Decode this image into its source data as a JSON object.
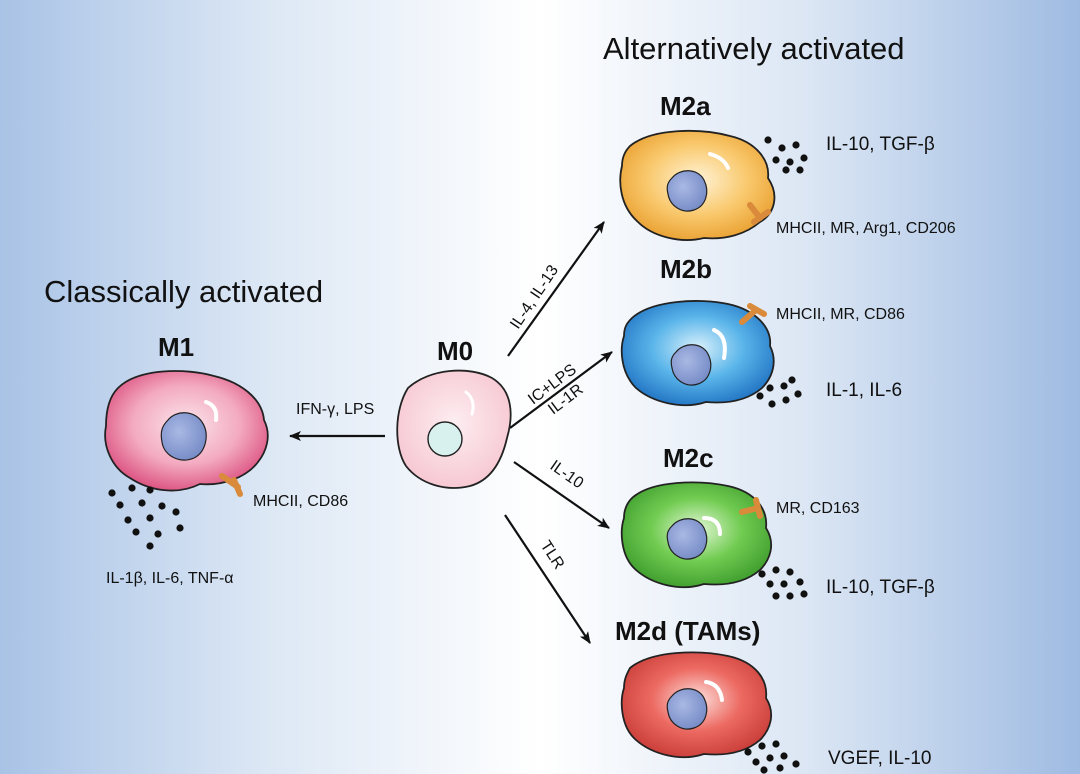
{
  "headings": {
    "alternative": "Alternatively activated",
    "classical": "Classically activated"
  },
  "cells": {
    "m0": {
      "name": "M0"
    },
    "m1": {
      "name": "M1",
      "markers": "MHCII, CD86",
      "cytokines": "IL-1β, IL-6, TNF-α",
      "color": "#e8779a"
    },
    "m2a": {
      "name": "M2a",
      "markers": "MHCII, MR, Arg1, CD206",
      "cytokines": "IL-10, TGF-β",
      "color": "#f4b85a"
    },
    "m2b": {
      "name": "M2b",
      "markers": "MHCII, MR, CD86",
      "cytokines": "IL-1, IL-6",
      "color": "#3a98d8"
    },
    "m2c": {
      "name": "M2c",
      "markers": "MR, CD163",
      "cytokines": "IL-10, TGF-β",
      "color": "#5cbf45"
    },
    "m2d": {
      "name": "M2d (TAMs)",
      "cytokines": "VGEF, IL-10",
      "color": "#e04a4a"
    }
  },
  "stimuli": {
    "m1": "IFN-γ, LPS",
    "m2a": "IL-4, IL-13",
    "m2b_top": "IC+LPS",
    "m2b_bottom": "IL-1R",
    "m2c": "IL-10",
    "m2d": "TLR"
  },
  "colors": {
    "nucleus": "#8a9fd3",
    "receptor": "#d98a3a",
    "m0": "#f8cdd6",
    "m0_nucleus": "#d9f1ee"
  }
}
